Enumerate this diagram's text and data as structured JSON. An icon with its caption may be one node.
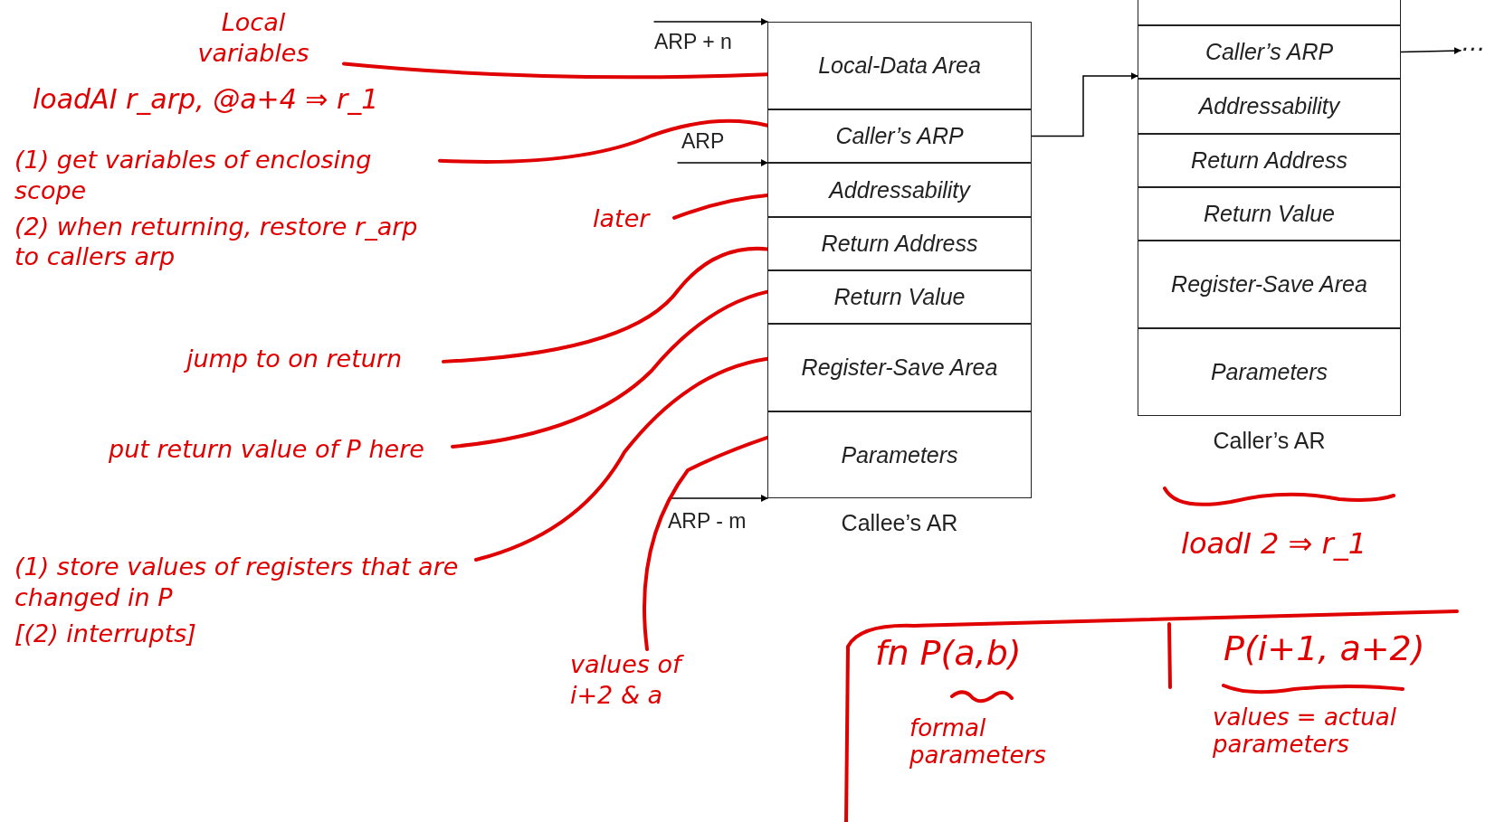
{
  "diagram": {
    "nodes": [
      {
        "text": [
          "Local-Data Area"
        ]
      },
      {
        "text": [
          "Caller’s ARP"
        ]
      },
      {
        "text": [
          "Addressability"
        ]
      },
      {
        "text": [
          "Return Address"
        ]
      },
      {
        "text": [
          "Return Value"
        ]
      },
      {
        "text": [
          "Register-Save Area"
        ]
      },
      {
        "text": [
          "Parameters"
        ],
        "beside": [
          "Callee’s AR"
        ]
      },
      {
        "text": [],
        "shape": "box"
      },
      {
        "text": [
          "Caller’s ARP"
        ]
      },
      {
        "text": [
          "Addressability"
        ]
      },
      {
        "text": [
          "Return Address"
        ]
      },
      {
        "text": [
          "Return Value"
        ]
      },
      {
        "text": [
          "Register-Save Area"
        ]
      },
      {
        "text": [
          "Parameters"
        ],
        "beside": [
          "Caller’s AR"
        ]
      },
      {
        "text": [
          "Local variables"
        ]
      },
      {
        "text": [
          "(1) get variables of enclosing scope",
          "(2) when returning, restore r_arp to callers arp"
        ]
      },
      {
        "text": [
          "later"
        ]
      },
      {
        "text": [
          "jump to on return"
        ]
      },
      {
        "text": [
          "put return value of P here"
        ]
      },
      {
        "text": [
          "(1) store values of registers that are changed in P",
          "[(2) interrupts]"
        ]
      },
      {
        "text": [
          "values of i+2 & a"
        ]
      },
      {
        "text": [
          "···"
        ]
      }
    ],
    "edges": [
      {
        "from": 1,
        "to": 8,
        "arrow": "to",
        "color": "#000000"
      },
      {
        "from": 8,
        "to": 21,
        "arrow": "to",
        "color": "#000000"
      },
      {
        "from": null,
        "to": 0,
        "arrow": "to",
        "label": "ARP + n",
        "color": "#000000"
      },
      {
        "from": null,
        "to": 2,
        "arrow": "to",
        "label": "ARP",
        "color": "#000000"
      },
      {
        "from": null,
        "to": 6,
        "arrow": "to",
        "label": "ARP - m",
        "color": "#000000"
      },
      {
        "from": 14,
        "to": 0,
        "arrow": "none"
      },
      {
        "from": 15,
        "to": 1,
        "arrow": "none"
      },
      {
        "from": 16,
        "to": 2,
        "arrow": "none"
      },
      {
        "from": 17,
        "to": 3,
        "arrow": "none"
      },
      {
        "from": 18,
        "to": 4,
        "arrow": "none"
      },
      {
        "from": 19,
        "to": 5,
        "arrow": "none"
      },
      {
        "from": 20,
        "to": 6,
        "arrow": "none"
      }
    ],
    "labels": [
      "loadAI r_arp, @a+4 ⇒ r_1",
      "loadI 2 ⇒ r_1",
      "fn P(a,b)",
      "P(i+1, a+2)",
      "formal parameters",
      "values = actual parameters"
    ]
  }
}
